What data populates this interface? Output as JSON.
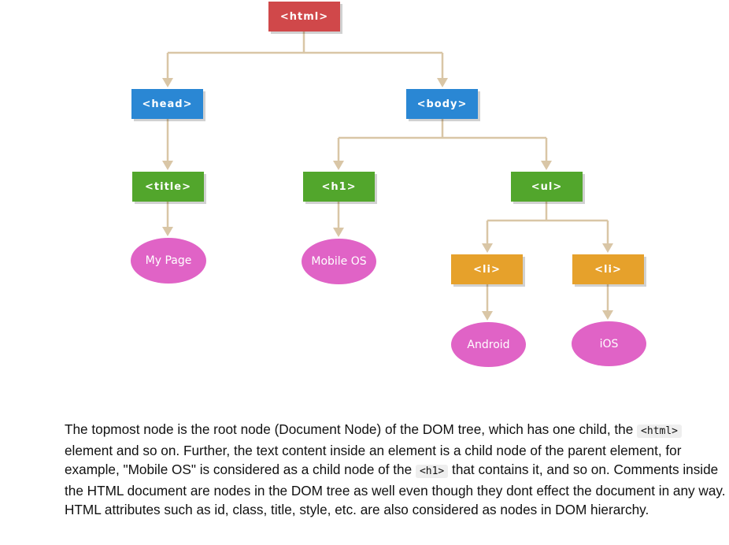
{
  "colors": {
    "html": "#d0484a",
    "head_body": "#2a87d4",
    "title_h1_ul": "#52a62c",
    "li": "#e6a12b",
    "text_leaf": "#e063c6",
    "connector": "#d9c6a6"
  },
  "nodes": {
    "html": "<html>",
    "head": "<head>",
    "body": "<body>",
    "title": "<title>",
    "h1": "<h1>",
    "ul": "<ul>",
    "li1": "<li>",
    "li2": "<li>"
  },
  "leaves": {
    "my_page": "My Page",
    "mobile_os": "Mobile OS",
    "android": "Android",
    "ios": "iOS"
  },
  "description": {
    "part1": "The topmost node is the root node (Document Node) of the DOM tree, which has one child, the ",
    "code1": "<html>",
    "part2": " element and so on. Further, the text content inside an element is a child node of the parent element, for example, \"Mobile OS\" is considered as a child node of the ",
    "code2": "<h1>",
    "part3": " that contains it, and so on. Comments inside the HTML document are nodes in the DOM tree as well even though they dont effect the document in any way. HTML attributes such as id, class, title, style, etc. are also considered as nodes in DOM hierarchy."
  }
}
